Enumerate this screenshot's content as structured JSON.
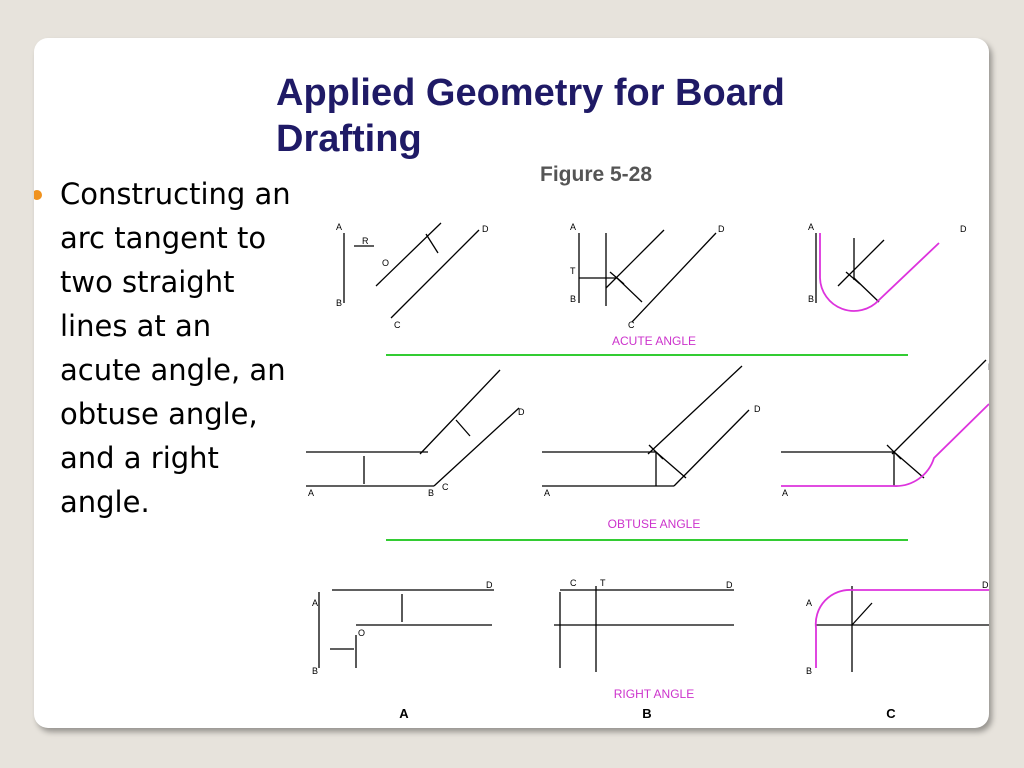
{
  "slide": {
    "title": "Applied Geometry for Board Drafting",
    "bullet": "Constructing an arc tangent to two straight lines at an acute angle, an obtuse angle, and a right angle.",
    "caption": "Figure 5-28"
  },
  "figure": {
    "section_labels": {
      "acute": "ACUTE ANGLE",
      "obtuse": "OBTUSE ANGLE",
      "right": "RIGHT ANGLE"
    },
    "column_labels": [
      "A",
      "B",
      "C"
    ],
    "point_labels": {
      "A": "A",
      "B": "B",
      "C": "C",
      "D": "D",
      "O": "O",
      "R": "R",
      "T": "T"
    },
    "colors": {
      "divider": "#33cc33",
      "arc": "#dd33dd",
      "label": "#cc33cc",
      "line": "#000000"
    }
  }
}
